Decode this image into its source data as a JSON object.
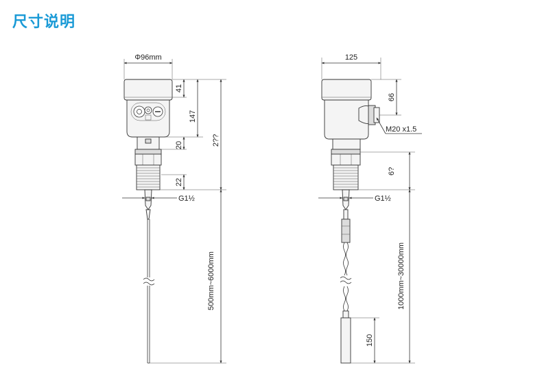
{
  "title": "尺寸说明",
  "left_view": {
    "diameter": "Φ96mm",
    "dim_41": "41",
    "dim_147": "147",
    "dim_total": "2??",
    "dim_20": "20",
    "dim_22": "22",
    "thread": "G1½",
    "probe_length": "500mm~6000mm"
  },
  "right_view": {
    "width": "125",
    "dim_66": "66",
    "cable_gland": "M20 x1.5",
    "dim_6x": "6?",
    "thread": "G1½",
    "cable_length": "1000mm~30000mm",
    "weight_length": "150"
  }
}
